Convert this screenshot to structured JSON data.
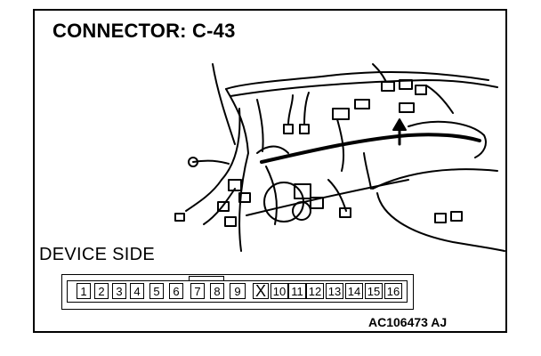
{
  "title": "CONNECTOR: C-43",
  "device_side_label": "DEVICE SIDE",
  "connector_pins": [
    "1",
    "2",
    "3",
    "4",
    "5",
    "6",
    "7",
    "8",
    "9",
    "X",
    "10",
    "11",
    "12",
    "13",
    "14",
    "15",
    "16"
  ],
  "figure_code": "AC106473 AJ"
}
